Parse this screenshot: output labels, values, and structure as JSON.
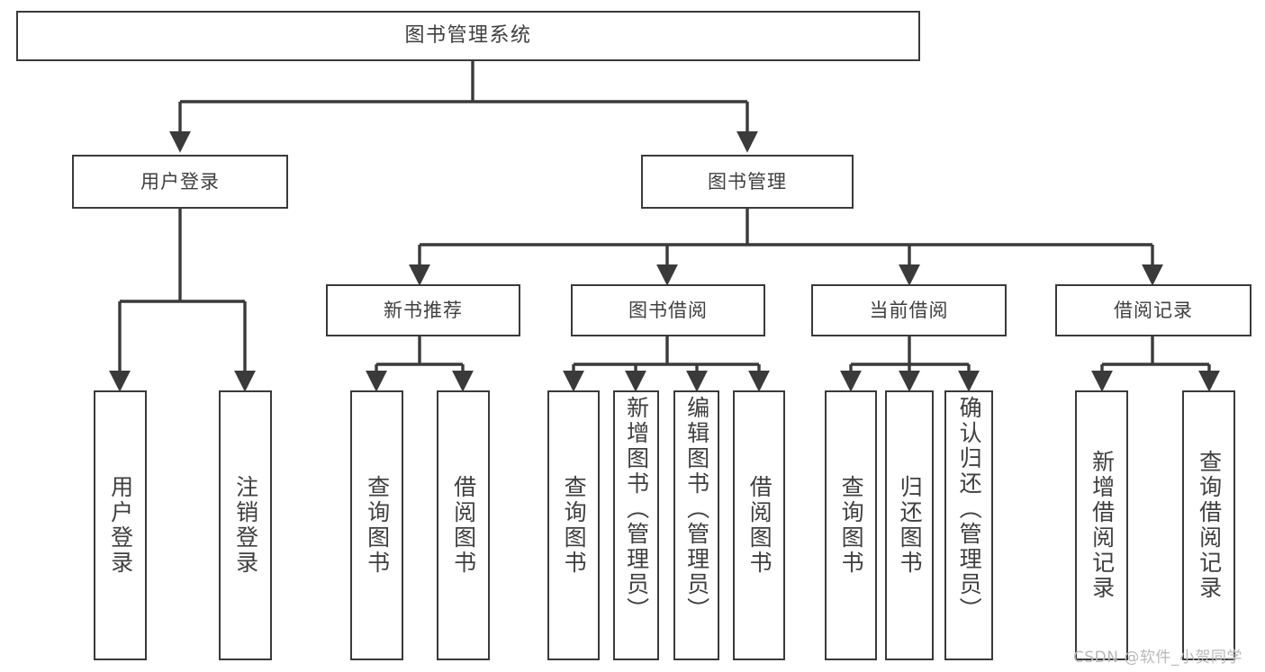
{
  "diagram": {
    "title": "图书管理系统",
    "type": "tree",
    "orientation": "top-down",
    "colors": {
      "box_border": "#3a3a3a",
      "box_fill": "#ffffff",
      "edge": "#3a3a3a",
      "text": "#3f3f3f",
      "background": "#ffffff",
      "watermark": "#b9b9b9"
    },
    "root": {
      "label": "图书管理系统"
    },
    "level2": [
      {
        "label": "用户登录"
      },
      {
        "label": "图书管理"
      }
    ],
    "level3": [
      {
        "label": "新书推荐"
      },
      {
        "label": "图书借阅"
      },
      {
        "label": "当前借阅"
      },
      {
        "label": "借阅记录"
      }
    ],
    "leaves": {
      "user_login": [
        {
          "label": "用户登录"
        },
        {
          "label": "注销登录"
        }
      ],
      "new_book_recommend": [
        {
          "label": "查询图书"
        },
        {
          "label": "借阅图书"
        }
      ],
      "book_borrow": [
        {
          "label": "查询图书"
        },
        {
          "label": "新增图书（管理员）"
        },
        {
          "label": "编辑图书（管理员）"
        },
        {
          "label": "借阅图书"
        }
      ],
      "current_borrow": [
        {
          "label": "查询图书"
        },
        {
          "label": "归还图书"
        },
        {
          "label": "确认归还（管理员）"
        }
      ],
      "borrow_record": [
        {
          "label": "新增借阅记录"
        },
        {
          "label": "查询借阅记录"
        }
      ]
    }
  },
  "watermark": {
    "text": "CSDN @软件_小贺同学"
  }
}
